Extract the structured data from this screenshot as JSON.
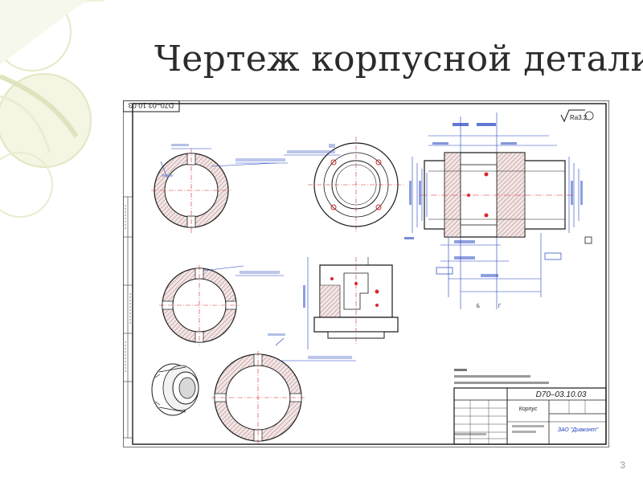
{
  "slide": {
    "title": "Чертеж корпусной детали",
    "page_number": "3"
  },
  "drawing": {
    "code_stamp": "D70–03.10.03",
    "code_title_block": "D70–03.10.03",
    "part_name": "Корпус",
    "company": "ЗАО \"Диаконт\"",
    "roughness": "Ra3.2",
    "colors": {
      "frame": "#1a1a1a",
      "dimension": "#1f3fbf",
      "accent": "#d9282f",
      "hatch": "#c09a9a"
    }
  }
}
